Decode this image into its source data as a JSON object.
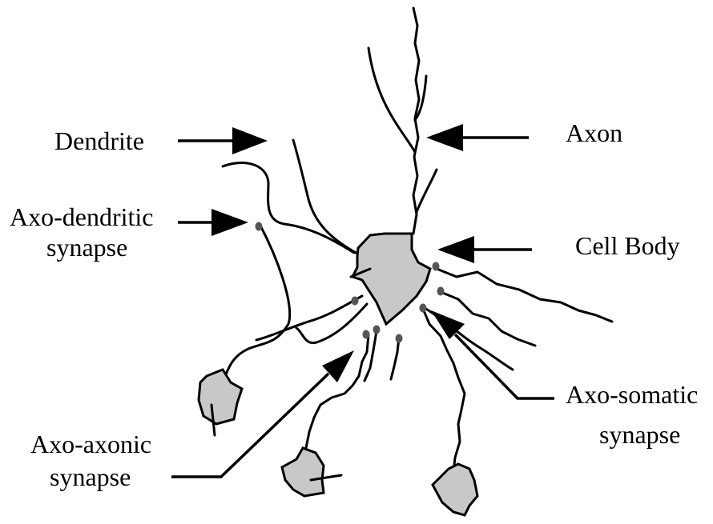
{
  "labels": {
    "dendrite": "Dendrite",
    "axon": "Axon",
    "axo_dendritic_line1": "Axo-dendritic",
    "axo_dendritic_line2": "synapse",
    "cell_body": "Cell Body",
    "axo_somatic_line1": "Axo-somatic",
    "axo_somatic_line2": "synapse",
    "axo_axonic_line1": "Axo-axonic",
    "axo_axonic_line2": "synapse"
  },
  "colors": {
    "background": "#ffffff",
    "line": "#000000",
    "cell_fill": "#c8c8c8",
    "synapse_dot": "#555555"
  }
}
